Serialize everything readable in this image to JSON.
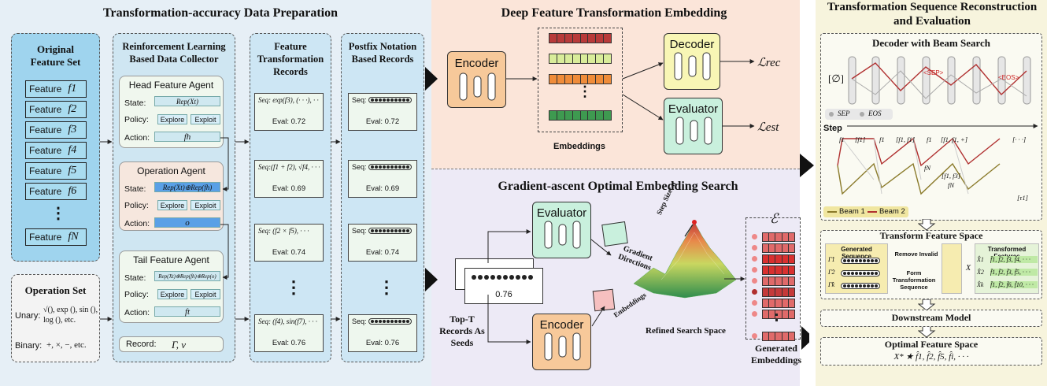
{
  "prep": {
    "title": "Transformation-accuracy Data Preparation",
    "original_feature_set": {
      "title": "Original Feature Set",
      "items": [
        "Feature",
        "Feature",
        "Feature",
        "Feature",
        "Feature",
        "Feature",
        "Feature"
      ],
      "subs": [
        "f1",
        "f2",
        "f3",
        "f4",
        "f5",
        "f6",
        "fN"
      ],
      "ellipsis": "⋮"
    },
    "operation_set": {
      "title": "Operation Set",
      "unary_label": "Unary:",
      "unary_ops": "√(), exp (), sin (), log (), etc.",
      "binary_label": "Binary:",
      "binary_ops": "+, ×, −, etc."
    },
    "collector": {
      "title": "Reinforcement Learning Based Data Collector",
      "state_label": "State:",
      "policy_label": "Policy:",
      "action_label": "Action:",
      "explore": "Explore",
      "exploit": "Exploit",
      "head": {
        "title": "Head Feature Agent",
        "state": "Rep(Xt)",
        "action": "fh"
      },
      "op": {
        "title": "Operation Agent",
        "state": "Rep(Xt)⊕Rep(fh)",
        "action": "o"
      },
      "tail": {
        "title": "Tail Feature Agent",
        "state": "Rep(Xt)⊕Rep(fh)⊕Rep(o)",
        "action": "ft"
      },
      "record_label": "Record:",
      "record_value": "Γ, v"
    },
    "records": {
      "title": "Feature Transformation Records",
      "items": [
        {
          "seq": "Seq: exp(f3), (· · ·), · · ·",
          "eval": "Eval: 0.72"
        },
        {
          "seq": "Seq:(f1 + f2), √f4, · · ·",
          "eval": "Eval: 0.69"
        },
        {
          "seq": "Seq: (f2 × f5), · · ·",
          "eval": "Eval: 0.74"
        },
        {
          "seq": "Seq: (f4), sin(f7), · · ·",
          "eval": "Eval: 0.76"
        }
      ],
      "ellipsis": "⋮"
    },
    "postfix": {
      "title": "Postfix Notation Based Records",
      "seq_label": "Seq:",
      "evals": [
        "Eval: 0.72",
        "Eval: 0.69",
        "Eval: 0.74",
        "Eval: 0.76"
      ],
      "ellipsis": "⋮"
    }
  },
  "embed": {
    "title": "Deep Feature  Transformation Embedding",
    "encoder": "Encoder",
    "decoder": "Decoder",
    "evaluator": "Evaluator",
    "embeddings_label": "Embeddings",
    "loss_rec": "ℒrec",
    "loss_est": "ℒest",
    "row_colors": [
      "#b83a3a",
      "#d9ec9a",
      "#ef8c3a",
      "#bfe2a6",
      "#3e9a50"
    ],
    "ellipsis": "⋮"
  },
  "search": {
    "title": "Gradient-ascent Optimal Embedding Search",
    "evaluator": "Evaluator",
    "encoder": "Encoder",
    "seed_eval": "0.76",
    "seeds_label": "Top-T Records As Seeds",
    "gradient_label": "Gradient Directions",
    "embeddings_label": "Embeddings",
    "step_size": "Step Size: η",
    "refined_label": "Refined Search Space",
    "generated_label": "Generated Embeddings",
    "set_symbol": "ℰ"
  },
  "recon": {
    "title": "Transformation Sequence Reconstruction and Evaluation",
    "beam_title": "Decoder with Beam Search",
    "empty_token": "[∅]",
    "sep_label": "<SEP>",
    "eos_label": "<EOS>",
    "legend_sep": "SEP",
    "legend_eos": "EOS",
    "step_label": "Step",
    "beam1": "Beam 1",
    "beam2": "Beam 2",
    "tokens": [
      "f1",
      "[f1]",
      "f1",
      "[f1, f1]",
      "f1",
      "[f1, f1, +]",
      "[· · ·]",
      "fN",
      "[f1, f3]",
      "fN",
      "[τ1]"
    ],
    "transform_title": "Transform Feature Space",
    "generated_seq": "Generated Sequence",
    "remove_invalid": "Remove Invalid",
    "form_seq": "Form Transformation Sequence",
    "transformed": "Transformed Features",
    "gamma_labels": [
      "Γ̂1",
      "Γ̂2",
      "Γ̂k"
    ],
    "feature_rows": [
      "f̂1, f̂2, f̂3, f̂4, · · ·",
      "f̂1, f̂2, f̂3, f̂5, · · ·",
      "f̂1, f̂2, f̂6, f̂10, · · ·"
    ],
    "xhat_labels": [
      "X̂1",
      "X̂2",
      "X̂k"
    ],
    "x_label": "X",
    "downstream": "Downstream Model",
    "optimal": "Optimal Feature Space",
    "optimal_formula": "X* ★ f̂1, f̂2, f̂5, f̂i, · · ·"
  },
  "colors": {
    "prep_bg": "#e2eef7",
    "embed_bg": "#fbe4d8",
    "search_bg": "#eceaf6",
    "recon_bg": "#f7f4dc"
  }
}
